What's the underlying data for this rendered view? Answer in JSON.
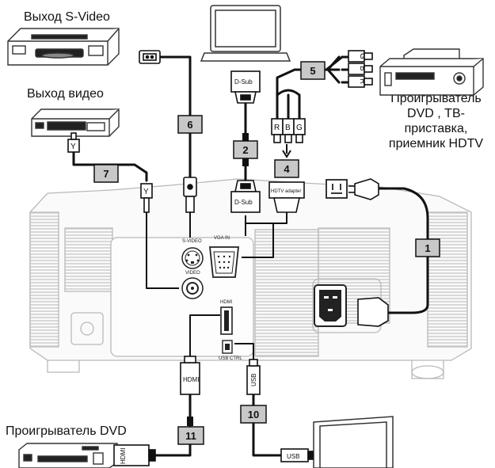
{
  "labels": {
    "svideo_out": "Выход S-Video",
    "video_out": "Выход видео",
    "dvd_tv_line1": "Проигрыватель",
    "dvd_tv_line2": "DVD , ТВ-",
    "dvd_tv_line3": "приставка,",
    "dvd_tv_line4": "приемник HDTV",
    "dvd_player": "Проигрыватель DVD"
  },
  "cables": [
    {
      "id": "1"
    },
    {
      "id": "2"
    },
    {
      "id": "4"
    },
    {
      "id": "5"
    },
    {
      "id": "6"
    },
    {
      "id": "7"
    },
    {
      "id": "10"
    },
    {
      "id": "11"
    }
  ],
  "connectors": {
    "dsub": "D-Sub",
    "hdtv_adapter": "HDTV adapter",
    "hdmi": "HDMI",
    "usb": "USB",
    "rca_r": "R",
    "rca_b": "B",
    "rca_g": "G",
    "rca_y": "Y"
  },
  "ports": {
    "svideo": "S-VIDEO",
    "vga_in": "VGA IN",
    "video": "VIDEO",
    "hdmi": "HDMI",
    "usb_ctrl": "USB CTRL"
  }
}
